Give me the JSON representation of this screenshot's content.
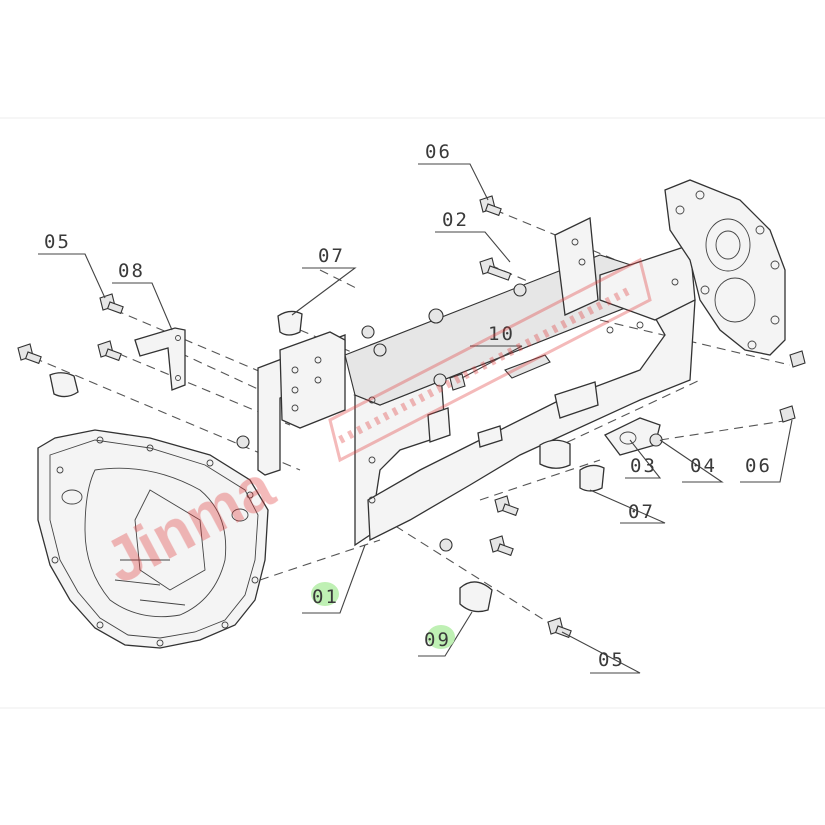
{
  "diagram": {
    "labels": {
      "p01": "01",
      "p02": "02",
      "p03": "03",
      "p04": "04",
      "p05a": "05",
      "p05b": "05",
      "p06a": "06",
      "p06b": "06",
      "p07a": "07",
      "p07b": "07",
      "p08": "08",
      "p09": "09",
      "p10": "10"
    },
    "highlight_color": "#bff0b4",
    "watermark": "Jinma"
  }
}
